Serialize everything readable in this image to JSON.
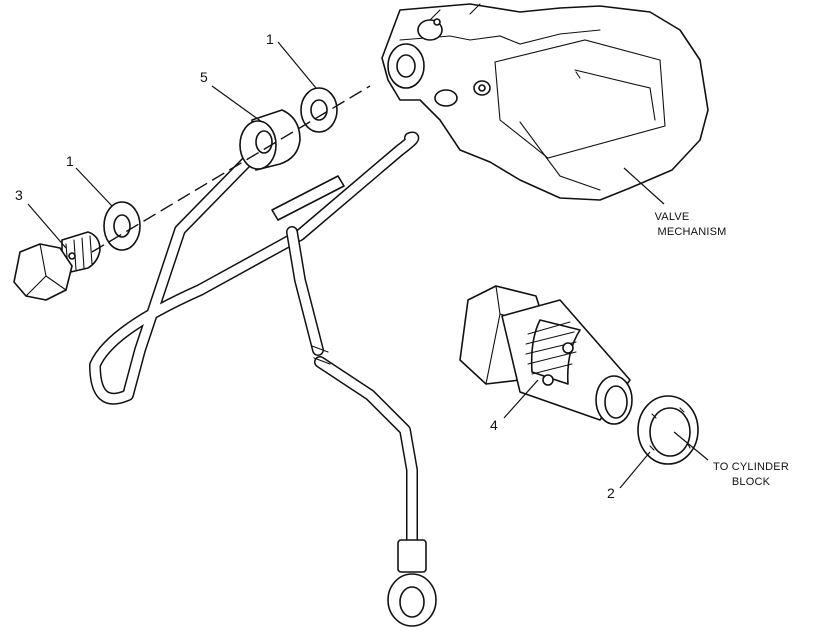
{
  "callouts": {
    "c1_top": "1",
    "c5": "5",
    "c1_mid": "1",
    "c3": "3",
    "c4": "4",
    "c2": "2"
  },
  "captions": {
    "valve_line1": "VALVE",
    "valve_line2": "MECHANISM",
    "cyl_line1": "TO CYLINDER",
    "cyl_line2": "BLOCK"
  }
}
